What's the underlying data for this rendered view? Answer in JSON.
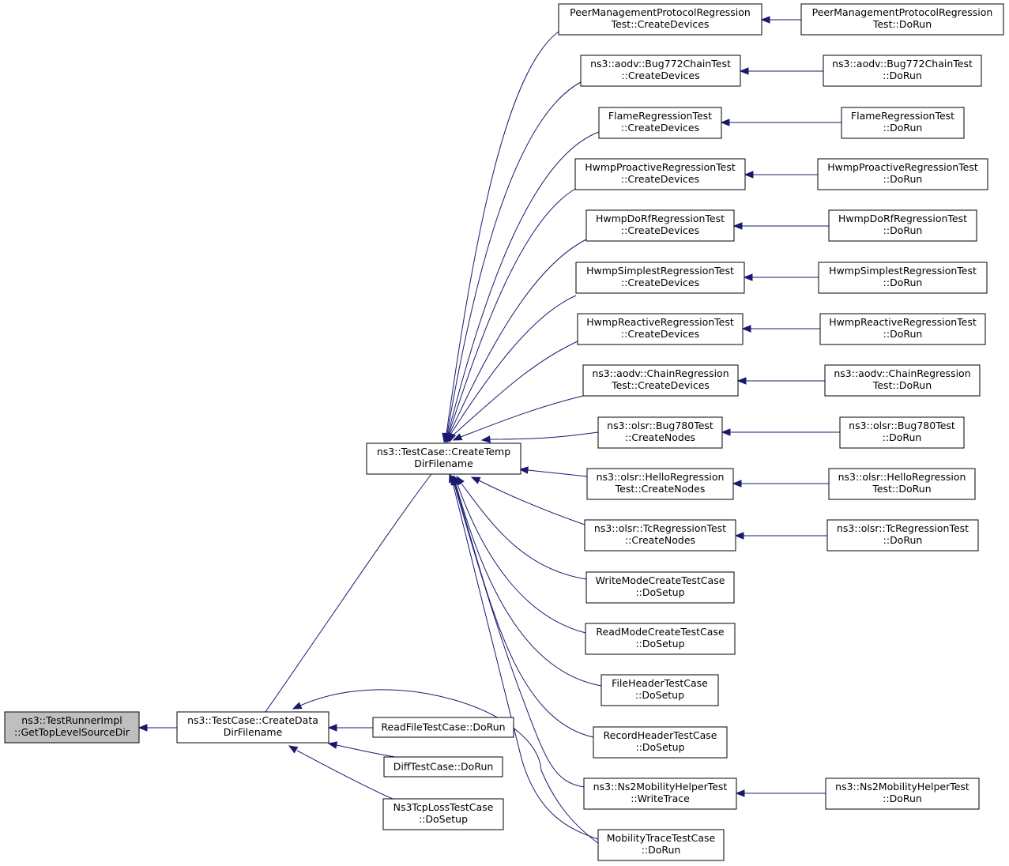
{
  "nodes": [
    {
      "id": "root",
      "l1": "ns3::TestRunnerImpl",
      "l2": "::GetTopLevelSourceDir",
      "highlight": true
    },
    {
      "id": "cddf",
      "l1": "ns3::TestCase::CreateData",
      "l2": "DirFilename"
    },
    {
      "id": "ctdf",
      "l1": "ns3::TestCase::CreateTemp",
      "l2": "DirFilename"
    },
    {
      "id": "rftc",
      "l1": "ReadFileTestCase::DoRun",
      "l2": ""
    },
    {
      "id": "dtc",
      "l1": "DiffTestCase::DoRun",
      "l2": ""
    },
    {
      "id": "ns3tcp",
      "l1": "Ns3TcpLossTestCase",
      "l2": "::DoSetup"
    },
    {
      "id": "mttc",
      "l1": "MobilityTraceTestCase",
      "l2": "::DoRun"
    },
    {
      "id": "pmp_cd",
      "l1": "PeerManagementProtocolRegression",
      "l2": "Test::CreateDevices"
    },
    {
      "id": "pmp_dr",
      "l1": "PeerManagementProtocolRegression",
      "l2": "Test::DoRun"
    },
    {
      "id": "b772_cd",
      "l1": "ns3::aodv::Bug772ChainTest",
      "l2": "::CreateDevices"
    },
    {
      "id": "b772_dr",
      "l1": "ns3::aodv::Bug772ChainTest",
      "l2": "::DoRun"
    },
    {
      "id": "fr_cd",
      "l1": "FlameRegressionTest",
      "l2": "::CreateDevices"
    },
    {
      "id": "fr_dr",
      "l1": "FlameRegressionTest",
      "l2": "::DoRun"
    },
    {
      "id": "hpr_cd",
      "l1": "HwmpProactiveRegressionTest",
      "l2": "::CreateDevices"
    },
    {
      "id": "hpr_dr",
      "l1": "HwmpProactiveRegressionTest",
      "l2": "::DoRun"
    },
    {
      "id": "hdrf_cd",
      "l1": "HwmpDoRfRegressionTest",
      "l2": "::CreateDevices"
    },
    {
      "id": "hdrf_dr",
      "l1": "HwmpDoRfRegressionTest",
      "l2": "::DoRun"
    },
    {
      "id": "hsr_cd",
      "l1": "HwmpSimplestRegressionTest",
      "l2": "::CreateDevices"
    },
    {
      "id": "hsr_dr",
      "l1": "HwmpSimplestRegressionTest",
      "l2": "::DoRun"
    },
    {
      "id": "hrr_cd",
      "l1": "HwmpReactiveRegressionTest",
      "l2": "::CreateDevices"
    },
    {
      "id": "hrr_dr",
      "l1": "HwmpReactiveRegressionTest",
      "l2": "::DoRun"
    },
    {
      "id": "acr_cd",
      "l1": "ns3::aodv::ChainRegression",
      "l2": "Test::CreateDevices"
    },
    {
      "id": "acr_dr",
      "l1": "ns3::aodv::ChainRegression",
      "l2": "Test::DoRun"
    },
    {
      "id": "ob780_cn",
      "l1": "ns3::olsr::Bug780Test",
      "l2": "::CreateNodes"
    },
    {
      "id": "ob780_dr",
      "l1": "ns3::olsr::Bug780Test",
      "l2": "::DoRun"
    },
    {
      "id": "ohr_cn",
      "l1": "ns3::olsr::HelloRegression",
      "l2": "Test::CreateNodes"
    },
    {
      "id": "ohr_dr",
      "l1": "ns3::olsr::HelloRegression",
      "l2": "Test::DoRun"
    },
    {
      "id": "otc_cn",
      "l1": "ns3::olsr::TcRegressionTest",
      "l2": "::CreateNodes"
    },
    {
      "id": "otc_dr",
      "l1": "ns3::olsr::TcRegressionTest",
      "l2": "::DoRun"
    },
    {
      "id": "wmc",
      "l1": "WriteModeCreateTestCase",
      "l2": "::DoSetup"
    },
    {
      "id": "rmc",
      "l1": "ReadModeCreateTestCase",
      "l2": "::DoSetup"
    },
    {
      "id": "fhtc",
      "l1": "FileHeaderTestCase",
      "l2": "::DoSetup"
    },
    {
      "id": "rhtc",
      "l1": "RecordHeaderTestCase",
      "l2": "::DoSetup"
    },
    {
      "id": "ns2_wt",
      "l1": "ns3::Ns2MobilityHelperTest",
      "l2": "::WriteTrace"
    },
    {
      "id": "ns2_dr",
      "l1": "ns3::Ns2MobilityHelperTest",
      "l2": "::DoRun"
    }
  ]
}
